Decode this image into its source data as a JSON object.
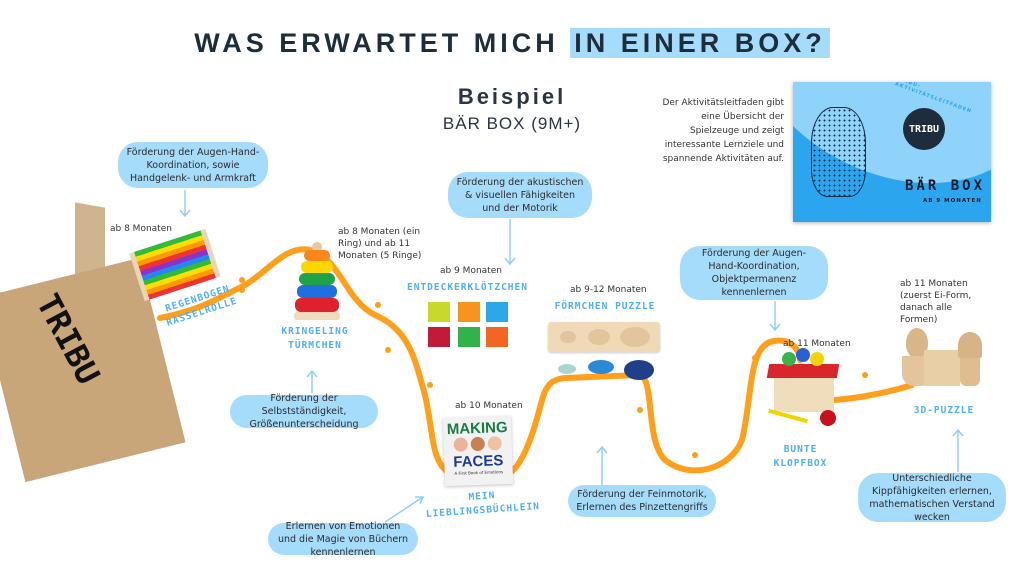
{
  "header": {
    "title_part1": "WAS ERWARTET MICH ",
    "title_part2": "IN EINER BOX?",
    "subtitle": "Beispiel",
    "box_name": "BÄR BOX (9M+)"
  },
  "guide": {
    "description": "Der Aktivitätsleitfaden gibt eine Übersicht der Spielzeuge und zeigt interessante Lernziele und spannende Aktivitäten auf.",
    "arc_text": "TRIBU-AKTIVITÄTSLEITFADEN",
    "logo": "TRIBU",
    "title": "BÄR BOX",
    "age": "AB 9 MONATEN"
  },
  "box_logo": "TRIBU",
  "toys": [
    {
      "name": "REGENBOGEN RASSELROLLE",
      "age": "ab 8 Monaten",
      "benefit": "Förderung der Augen-Hand-Koordination, sowie Handgelenk- und Armkraft"
    },
    {
      "name": "KRINGELING TÜRMCHEN",
      "age": "ab 8 Monaten (ein Ring) und ab 11 Monaten (5 Ringe)",
      "benefit": "Förderung der Selbstständigkeit, Größenunterscheidung"
    },
    {
      "name": "ENTDECKERKLÖTZCHEN",
      "age": "ab 9 Monaten",
      "benefit": "Förderung der akustischen & visuellen Fähigkeiten und der Motorik"
    },
    {
      "name": "MEIN LIEBLINGSBÜCHLEIN",
      "age": "ab 10 Monaten",
      "benefit": "Erlernen von Emotionen und die Magie von Büchern kennenlernen",
      "book_title1": "MAKING",
      "book_title2": "FACES",
      "book_subtitle": "A First Book of Emotions"
    },
    {
      "name": "FÖRMCHEN PUZZLE",
      "age": "ab 9-12 Monaten",
      "benefit": "Förderung der Feinmotorik, Erlernen des Pinzettengriffs"
    },
    {
      "name": "BUNTE KLOPFBOX",
      "age": "ab 11 Monaten",
      "benefit": "Förderung der Augen-Hand-Koordination, Objektpermanenz kennenlernen"
    },
    {
      "name": "3D-PUZZLE",
      "age": "ab 11 Monaten (zuerst Ei-Form, danach alle Formen)",
      "benefit": "Unterschiedliche Kippfähigkeiten erlernen, mathematischen Verstand wecken"
    }
  ],
  "colors": {
    "bubble": "#a6dcfb",
    "label": "#4db0f5",
    "path": "#ff9f1c",
    "title": "#1e2d3b"
  }
}
